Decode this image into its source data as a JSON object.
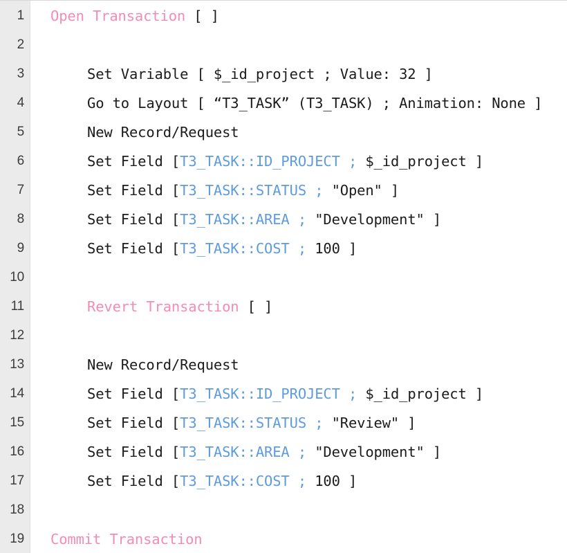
{
  "editor": {
    "language": "FileMaker Script",
    "gutter_background": "#ebebeb",
    "background": "#ffffff",
    "colors": {
      "keyword_pink": "#f38cb5",
      "field_blue": "#5e9bdd",
      "plain_text": "#1b1b1b",
      "line_number": "#3c3c3c"
    },
    "line_numbers": [
      "1",
      "2",
      "3",
      "4",
      "5",
      "6",
      "7",
      "8",
      "9",
      "10",
      "11",
      "12",
      "13",
      "14",
      "15",
      "16",
      "17",
      "18",
      "19"
    ],
    "lines": [
      {
        "number": "1",
        "indent": 0,
        "text": "Open Transaction [ ]",
        "tokens": [
          {
            "t": "Open Transaction",
            "c": "keyword"
          },
          {
            "t": " [ ]",
            "c": "plain"
          }
        ]
      },
      {
        "number": "2",
        "indent": 0,
        "text": "",
        "tokens": []
      },
      {
        "number": "3",
        "indent": 1,
        "text": "Set Variable [ $_id_project ; Value: 32 ]",
        "tokens": [
          {
            "t": "Set Variable [ $_id_project ; Value: 32 ]",
            "c": "plain"
          }
        ]
      },
      {
        "number": "4",
        "indent": 1,
        "text": "Go to Layout [ “T3_TASK” (T3_TASK) ; Animation: None ]",
        "tokens": [
          {
            "t": "Go to Layout [ “T3_TASK” (T3_TASK) ; Animation: None ]",
            "c": "plain"
          }
        ]
      },
      {
        "number": "5",
        "indent": 1,
        "text": "New Record/Request",
        "tokens": [
          {
            "t": "New Record/Request",
            "c": "plain"
          }
        ]
      },
      {
        "number": "6",
        "indent": 1,
        "text": "Set Field [ T3_TASK::ID_PROJECT ; $_id_project ]",
        "tokens": [
          {
            "t": "Set Field [",
            "c": "plain"
          },
          {
            "t": "T3_TASK::ID_PROJECT ;",
            "c": "field"
          },
          {
            "t": " $_id_project ]",
            "c": "plain"
          }
        ]
      },
      {
        "number": "7",
        "indent": 1,
        "text": "Set Field [ T3_TASK::STATUS ; \"Open\" ]",
        "tokens": [
          {
            "t": "Set Field [",
            "c": "plain"
          },
          {
            "t": "T3_TASK::STATUS ;",
            "c": "field"
          },
          {
            "t": " \"Open\" ]",
            "c": "plain"
          }
        ]
      },
      {
        "number": "8",
        "indent": 1,
        "text": "Set Field [ T3_TASK::AREA ; \"Development\" ]",
        "tokens": [
          {
            "t": "Set Field [",
            "c": "plain"
          },
          {
            "t": "T3_TASK::AREA ;",
            "c": "field"
          },
          {
            "t": " \"Development\" ]",
            "c": "plain"
          }
        ]
      },
      {
        "number": "9",
        "indent": 1,
        "text": "Set Field [ T3_TASK::COST ; 100 ]",
        "tokens": [
          {
            "t": "Set Field [",
            "c": "plain"
          },
          {
            "t": "T3_TASK::COST ;",
            "c": "field"
          },
          {
            "t": " 100 ]",
            "c": "plain"
          }
        ]
      },
      {
        "number": "10",
        "indent": 0,
        "text": "",
        "tokens": []
      },
      {
        "number": "11",
        "indent": 1,
        "text": "Revert Transaction [ ]",
        "tokens": [
          {
            "t": "Revert Transaction",
            "c": "keyword"
          },
          {
            "t": " [ ]",
            "c": "plain"
          }
        ]
      },
      {
        "number": "12",
        "indent": 0,
        "text": "",
        "tokens": []
      },
      {
        "number": "13",
        "indent": 1,
        "text": "New Record/Request",
        "tokens": [
          {
            "t": "New Record/Request",
            "c": "plain"
          }
        ]
      },
      {
        "number": "14",
        "indent": 1,
        "text": "Set Field [ T3_TASK::ID_PROJECT ; $_id_project ]",
        "tokens": [
          {
            "t": "Set Field [",
            "c": "plain"
          },
          {
            "t": "T3_TASK::ID_PROJECT ;",
            "c": "field"
          },
          {
            "t": " $_id_project ]",
            "c": "plain"
          }
        ]
      },
      {
        "number": "15",
        "indent": 1,
        "text": "Set Field [ T3_TASK::STATUS ; \"Review\" ]",
        "tokens": [
          {
            "t": "Set Field [",
            "c": "plain"
          },
          {
            "t": "T3_TASK::STATUS ;",
            "c": "field"
          },
          {
            "t": " \"Review\" ]",
            "c": "plain"
          }
        ]
      },
      {
        "number": "16",
        "indent": 1,
        "text": "Set Field [ T3_TASK::AREA ; \"Development\" ]",
        "tokens": [
          {
            "t": "Set Field [",
            "c": "plain"
          },
          {
            "t": "T3_TASK::AREA ;",
            "c": "field"
          },
          {
            "t": " \"Development\" ]",
            "c": "plain"
          }
        ]
      },
      {
        "number": "17",
        "indent": 1,
        "text": "Set Field [ T3_TASK::COST ; 100 ]",
        "tokens": [
          {
            "t": "Set Field [",
            "c": "plain"
          },
          {
            "t": "T3_TASK::COST ;",
            "c": "field"
          },
          {
            "t": " 100 ]",
            "c": "plain"
          }
        ]
      },
      {
        "number": "18",
        "indent": 0,
        "text": "",
        "tokens": []
      },
      {
        "number": "19",
        "indent": 0,
        "text": "Commit Transaction",
        "tokens": [
          {
            "t": "Commit Transaction",
            "c": "keyword"
          }
        ]
      }
    ]
  }
}
